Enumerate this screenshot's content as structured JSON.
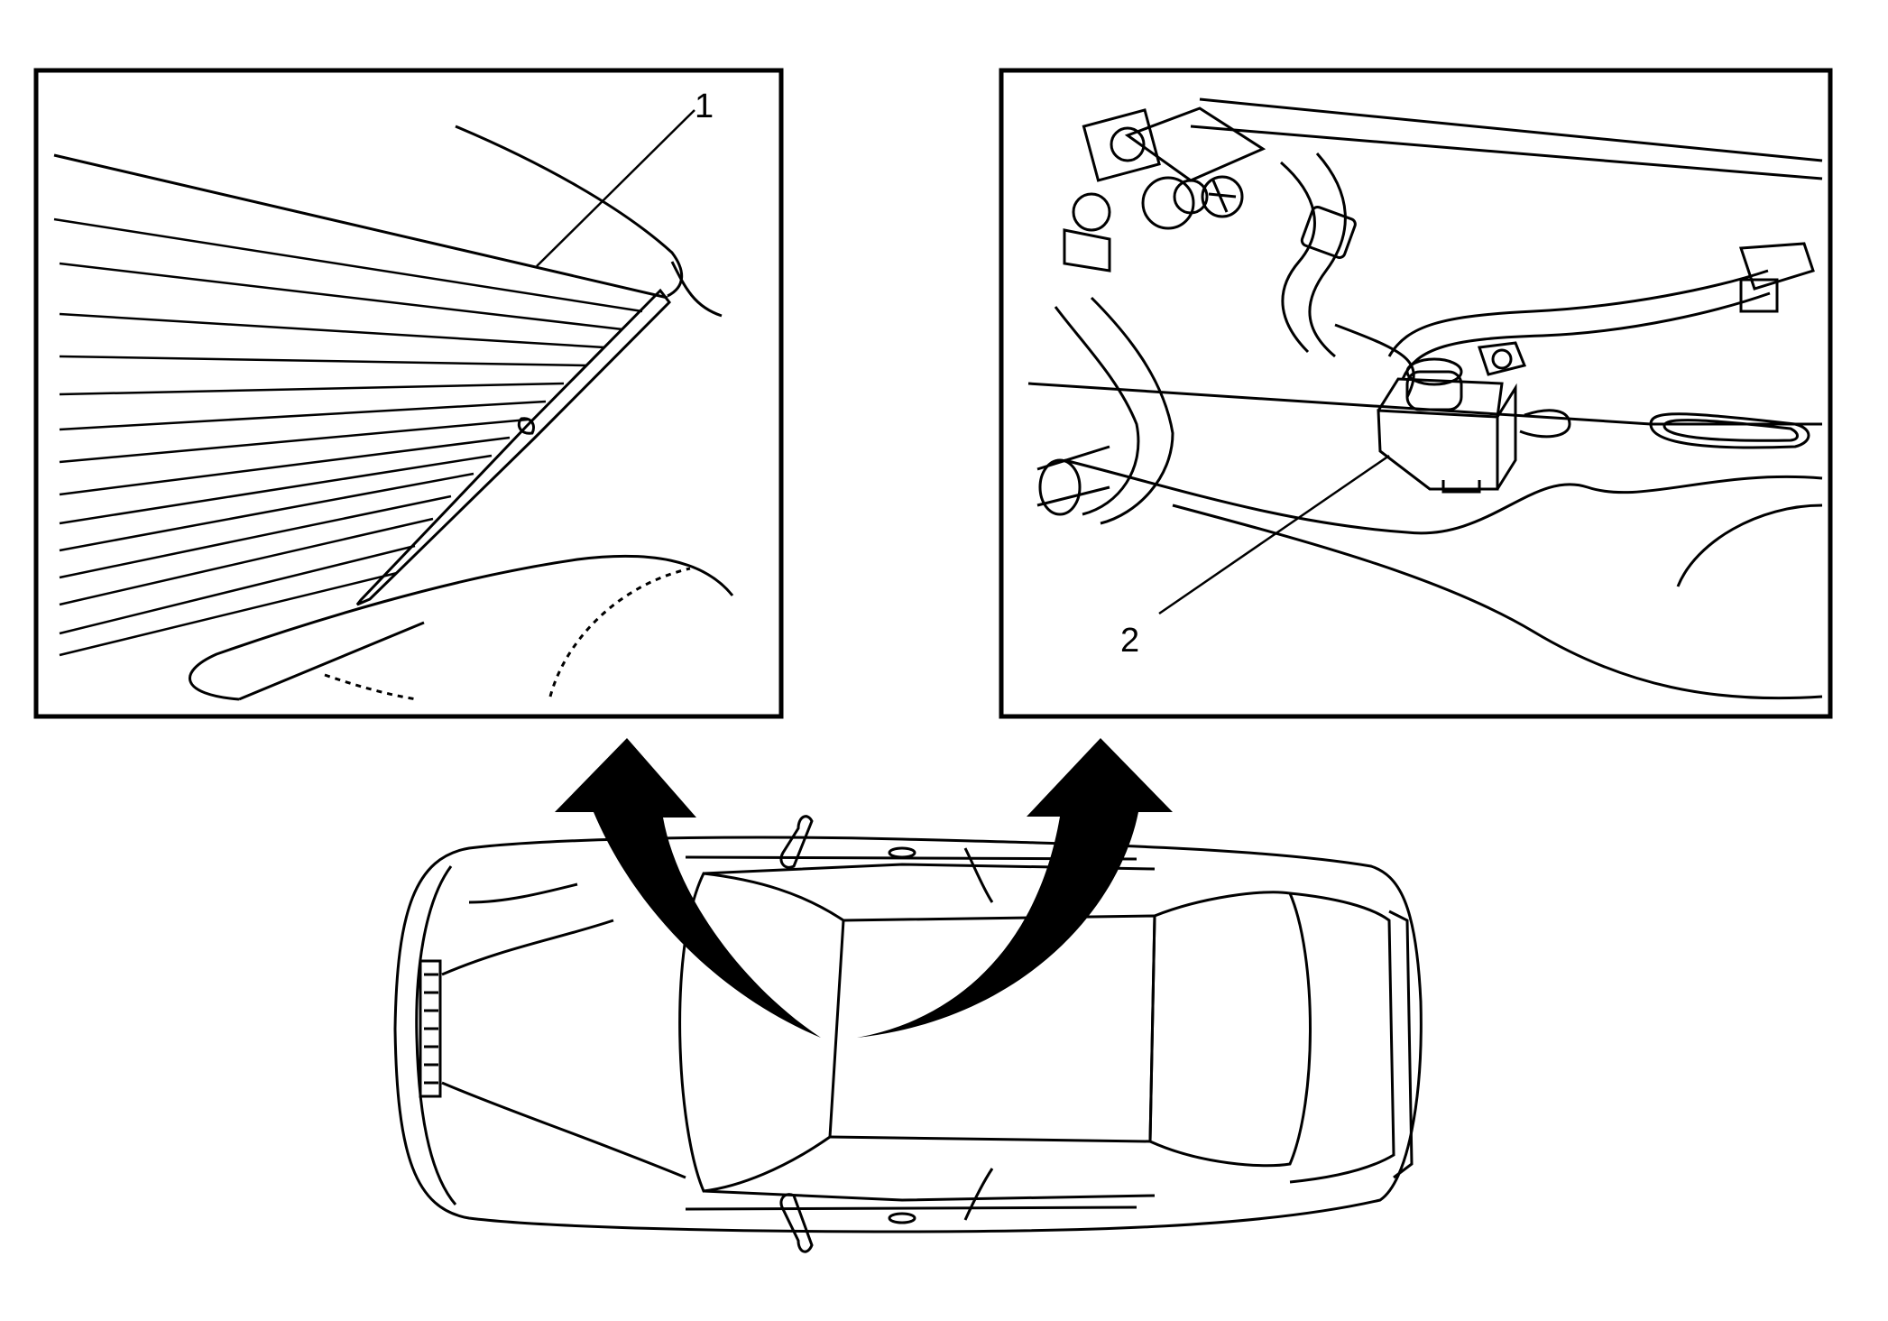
{
  "callouts": [
    {
      "id": "1",
      "label": "1"
    },
    {
      "id": "2",
      "label": "2"
    }
  ],
  "colors": {
    "line": "#000000",
    "background": "#ffffff"
  },
  "icons": {
    "left_arrow": "curved-arrow-up-left-icon",
    "right_arrow": "curved-arrow-up-right-icon"
  }
}
